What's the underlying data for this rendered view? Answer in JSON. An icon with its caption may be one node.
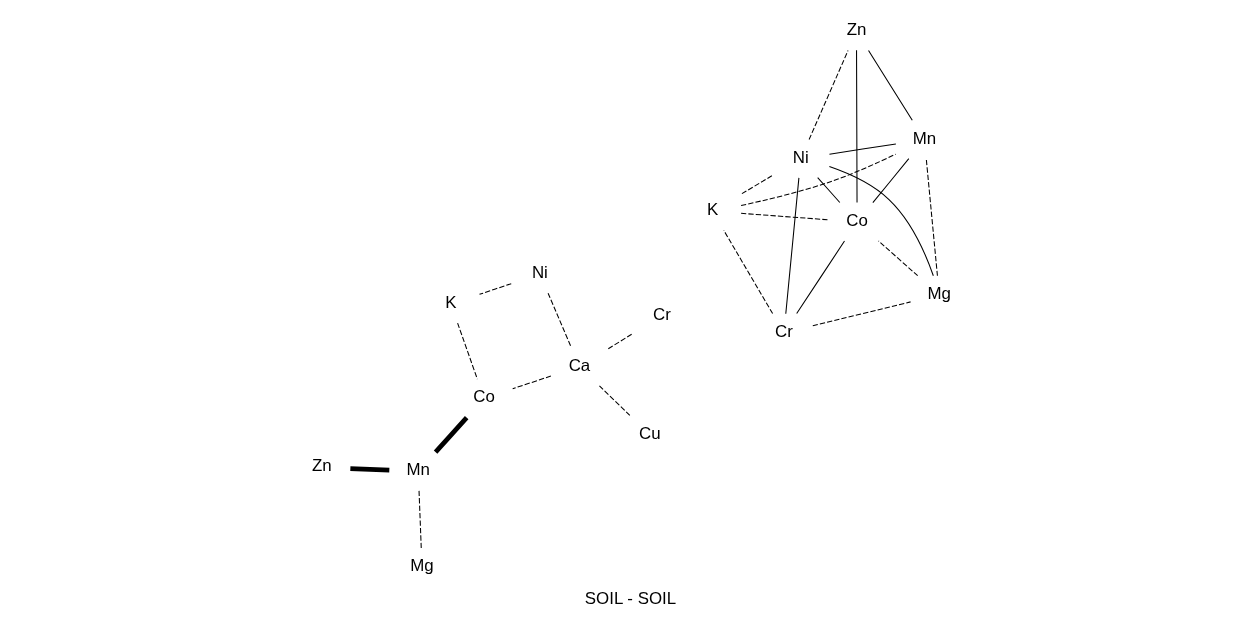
{
  "diagram": {
    "caption": "SOIL - SOIL",
    "nodes": [
      {
        "text": [
          "Ni"
        ]
      },
      {
        "text": [
          "Mg"
        ]
      },
      {
        "text": [
          "Cr"
        ]
      },
      {
        "text": [
          "K"
        ]
      },
      {
        "text": [
          "Mn"
        ]
      },
      {
        "text": [
          "Zn"
        ]
      },
      {
        "text": [
          "Co"
        ]
      },
      {
        "text": [
          "Ni"
        ]
      },
      {
        "text": [
          "Ca"
        ]
      },
      {
        "text": [
          "Mg"
        ]
      },
      {
        "text": [
          "K"
        ]
      },
      {
        "text": [
          "Cr"
        ]
      },
      {
        "text": [
          "Zn"
        ]
      },
      {
        "text": [
          "Mn"
        ]
      },
      {
        "text": [
          "Cu"
        ]
      },
      {
        "text": [
          "Co"
        ]
      }
    ],
    "edges": [
      {
        "from": 0,
        "to": 2,
        "arrow": "none"
      },
      {
        "from": 0,
        "to": 4,
        "arrow": "none"
      },
      {
        "from": 0,
        "to": 6,
        "arrow": "none"
      },
      {
        "from": 0,
        "to": 1,
        "arrow": "none"
      },
      {
        "from": 0,
        "to": 5,
        "arrow": "none",
        "style": "dashed"
      },
      {
        "from": 0,
        "to": 3,
        "arrow": "none",
        "style": "dashed"
      },
      {
        "from": 2,
        "to": 1,
        "arrow": "none",
        "style": "dashed"
      },
      {
        "from": 2,
        "to": 3,
        "arrow": "none",
        "style": "dashed"
      },
      {
        "from": 2,
        "to": 6,
        "arrow": "none"
      },
      {
        "from": 1,
        "to": 4,
        "arrow": "none",
        "style": "dashed"
      },
      {
        "from": 1,
        "to": 6,
        "arrow": "none",
        "style": "dashed"
      },
      {
        "from": 3,
        "to": 4,
        "arrow": "none",
        "style": "dashed"
      },
      {
        "from": 3,
        "to": 6,
        "arrow": "none",
        "style": "dashed"
      },
      {
        "from": 4,
        "to": 5,
        "arrow": "none"
      },
      {
        "from": 4,
        "to": 6,
        "arrow": "none"
      },
      {
        "from": 6,
        "to": 5,
        "arrow": "none"
      },
      {
        "from": 7,
        "to": 8,
        "arrow": "none",
        "style": "dashed"
      },
      {
        "from": 7,
        "to": 10,
        "arrow": "none",
        "style": "dashed"
      },
      {
        "from": 8,
        "to": 11,
        "arrow": "none",
        "style": "dashed"
      },
      {
        "from": 8,
        "to": 15,
        "arrow": "none",
        "style": "dashed"
      },
      {
        "from": 8,
        "to": 14,
        "arrow": "none",
        "style": "dashed"
      },
      {
        "from": 9,
        "to": 13,
        "arrow": "none",
        "style": "dashed"
      },
      {
        "from": 10,
        "to": 15,
        "arrow": "none",
        "style": "dashed"
      },
      {
        "from": 13,
        "to": 12,
        "arrow": "none",
        "style": "thick"
      },
      {
        "from": 13,
        "to": 15,
        "arrow": "none",
        "style": "thick"
      }
    ]
  }
}
